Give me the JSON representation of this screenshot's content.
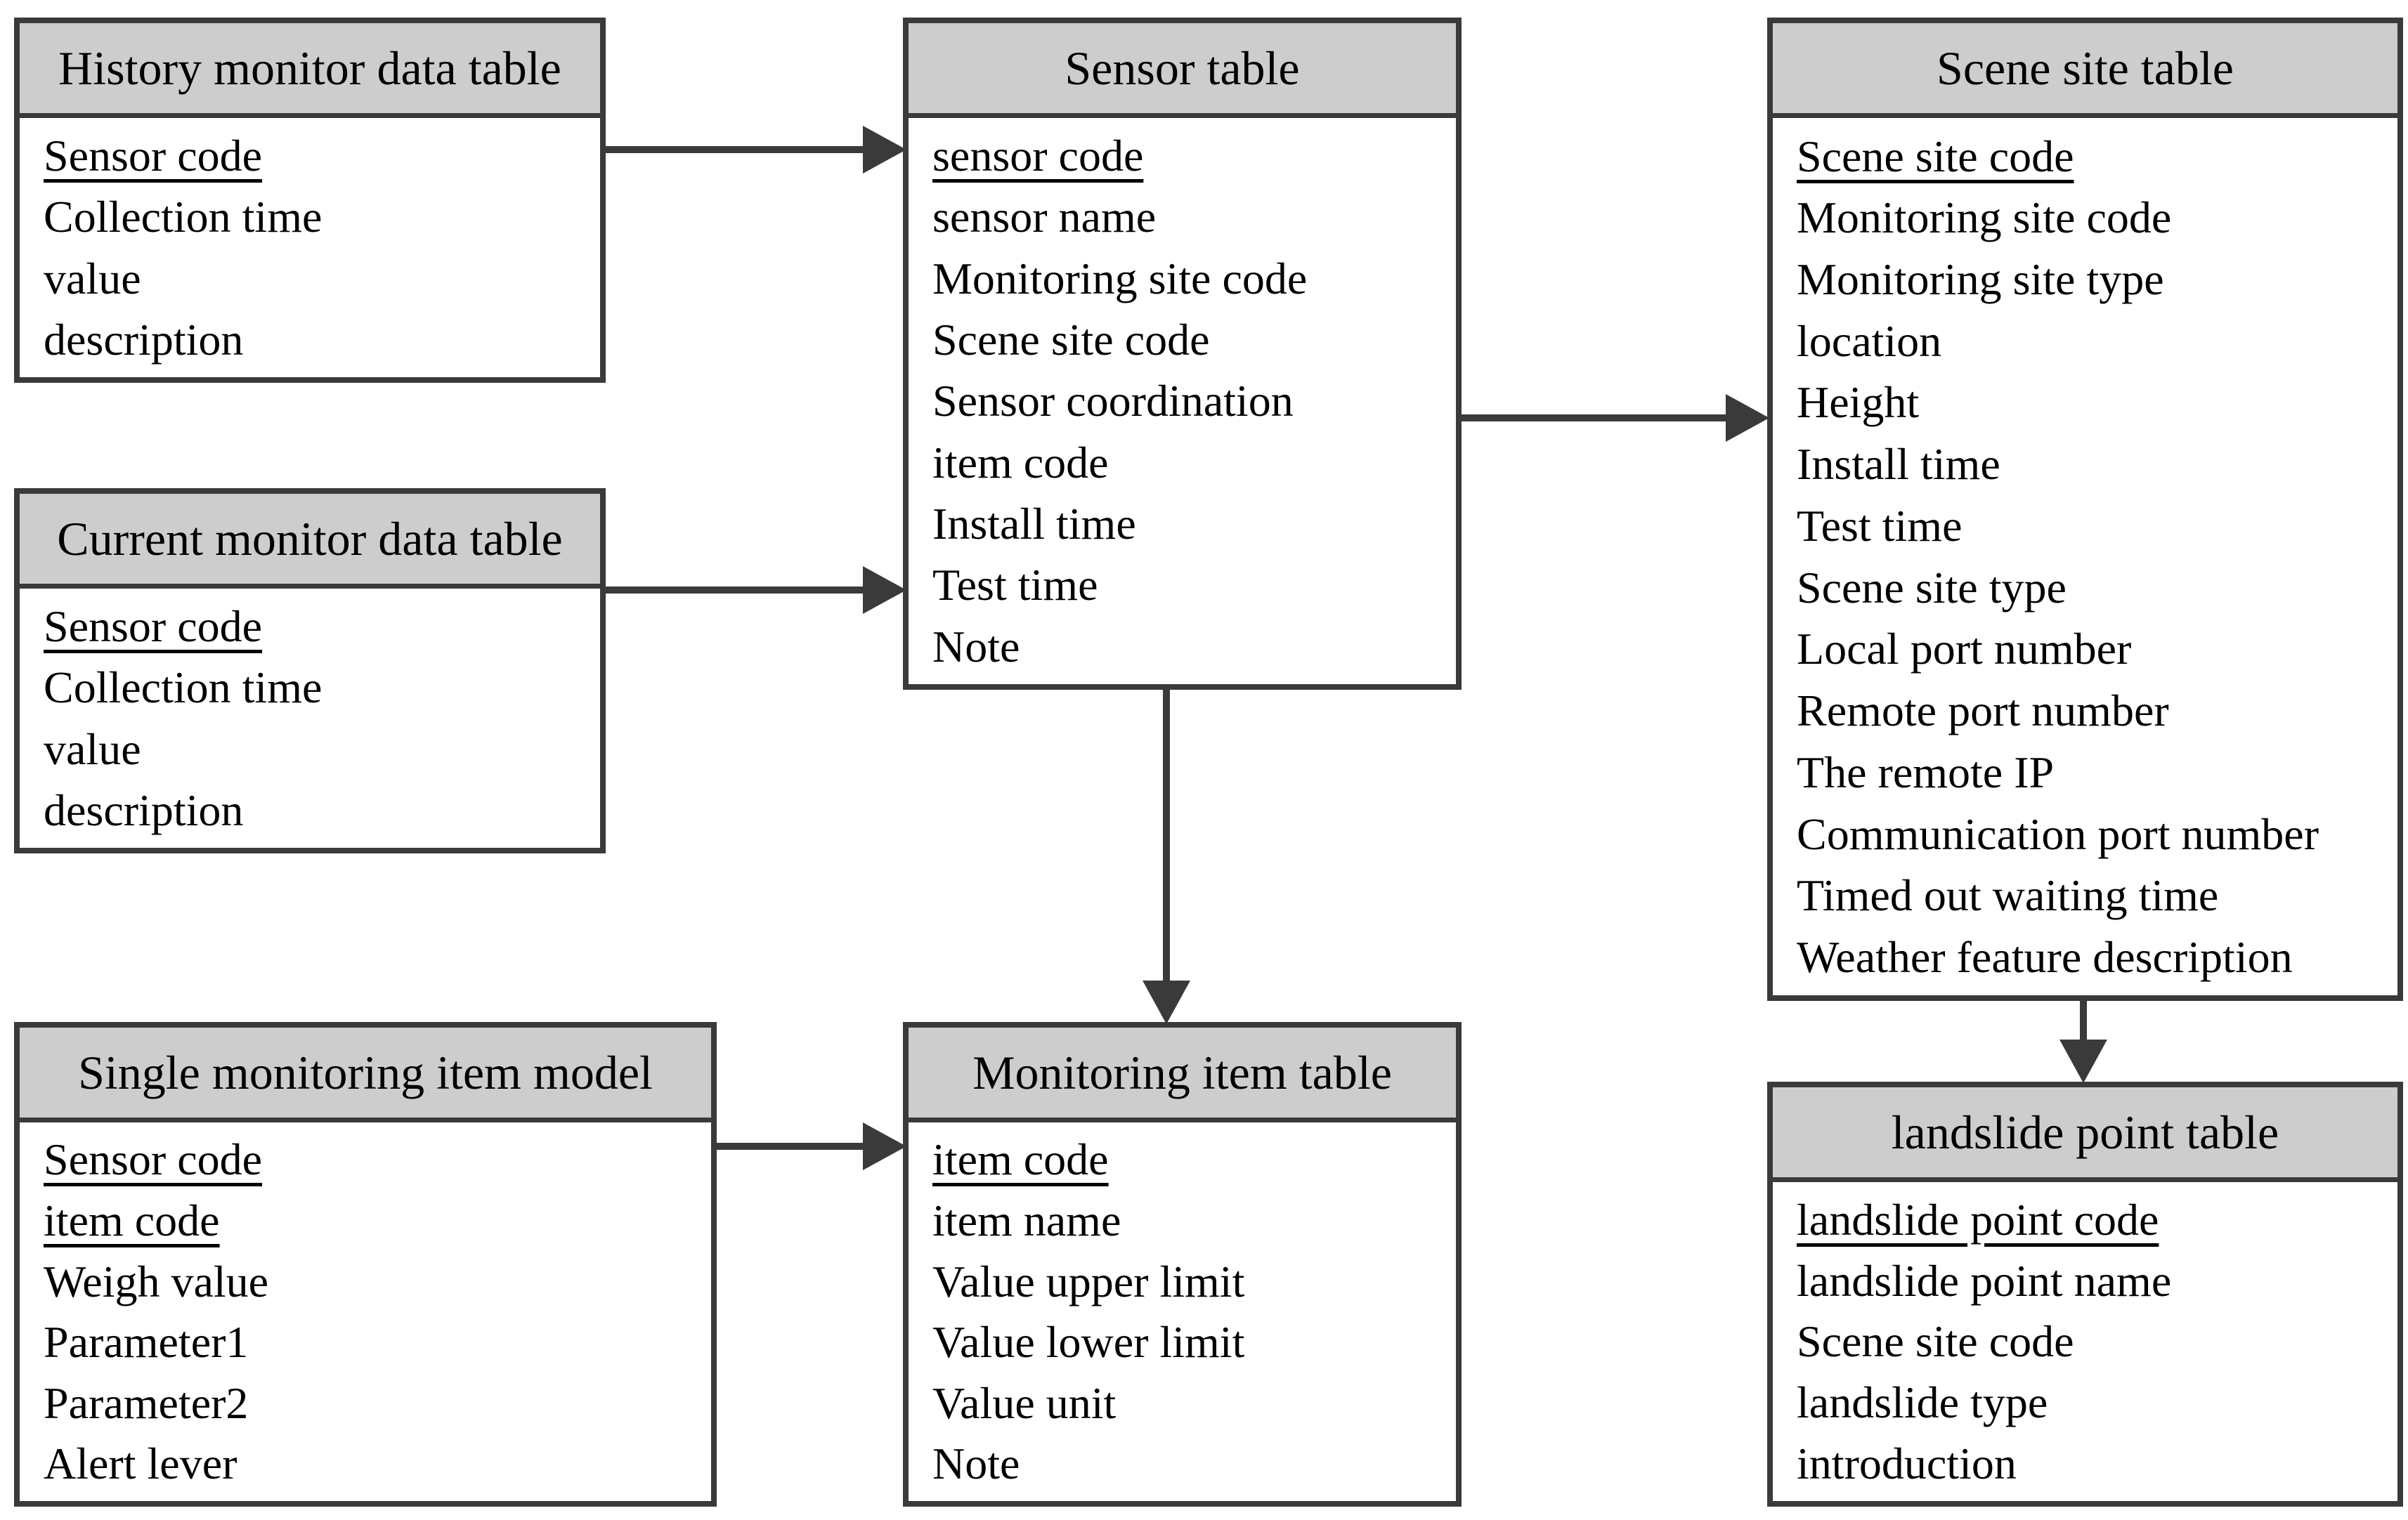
{
  "colors": {
    "header_fill": "#cdcdcd",
    "line": "#3a3a3a",
    "text": "#000000",
    "background": "#ffffff"
  },
  "tables": {
    "history": {
      "title": "History monitor data table",
      "fields": [
        {
          "label": "Sensor code",
          "pk": true
        },
        {
          "label": "Collection time"
        },
        {
          "label": "value"
        },
        {
          "label": "description"
        }
      ]
    },
    "current": {
      "title": "Current monitor data table",
      "fields": [
        {
          "label": "Sensor code",
          "pk": true
        },
        {
          "label": "Collection time"
        },
        {
          "label": "value"
        },
        {
          "label": "description"
        }
      ]
    },
    "single": {
      "title": "Single monitoring item model",
      "fields": [
        {
          "label": "Sensor code",
          "pk": true
        },
        {
          "label": "item code",
          "pk": true
        },
        {
          "label": "Weigh value"
        },
        {
          "label": "Parameter1"
        },
        {
          "label": "Parameter2"
        },
        {
          "label": "Alert lever"
        }
      ]
    },
    "sensor": {
      "title": "Sensor table",
      "fields": [
        {
          "label": "sensor code",
          "pk": true
        },
        {
          "label": "sensor name"
        },
        {
          "label": "Monitoring site code"
        },
        {
          "label": "Scene site code"
        },
        {
          "label": "Sensor coordination"
        },
        {
          "label": "item code"
        },
        {
          "label": "Install time"
        },
        {
          "label": "Test time"
        },
        {
          "label": "Note"
        }
      ]
    },
    "monitem": {
      "title": "Monitoring item table",
      "fields": [
        {
          "label": "item code",
          "pk": true
        },
        {
          "label": "item name"
        },
        {
          "label": "Value upper limit"
        },
        {
          "label": "Value lower limit"
        },
        {
          "label": "Value unit"
        },
        {
          "label": "Note"
        }
      ]
    },
    "scene": {
      "title": "Scene site table",
      "fields": [
        {
          "label": "Scene site code",
          "pk": true
        },
        {
          "label": "Monitoring site code"
        },
        {
          "label": "Monitoring site type"
        },
        {
          "label": "location"
        },
        {
          "label": "Height"
        },
        {
          "label": "Install time"
        },
        {
          "label": "Test time"
        },
        {
          "label": "Scene site type"
        },
        {
          "label": "Local port number"
        },
        {
          "label": "Remote port number"
        },
        {
          "label": "The remote IP"
        },
        {
          "label": "Communication port number"
        },
        {
          "label": "Timed out waiting time"
        },
        {
          "label": "Weather feature description"
        }
      ]
    },
    "landslide": {
      "title": "landslide point table",
      "fields": [
        {
          "label": "landslide point code",
          "pk": true
        },
        {
          "label": "landslide point name"
        },
        {
          "label": "Scene site code"
        },
        {
          "label": "landslide type"
        },
        {
          "label": "introduction"
        }
      ]
    }
  },
  "relations": [
    {
      "from": "History monitor data table",
      "to": "Sensor table"
    },
    {
      "from": "Current monitor data table",
      "to": "Sensor table"
    },
    {
      "from": "Single monitoring item model",
      "to": "Monitoring item table"
    },
    {
      "from": "Sensor table",
      "to": "Scene site table"
    },
    {
      "from": "Sensor table",
      "to": "Monitoring item table"
    },
    {
      "from": "Scene site table",
      "to": "landslide point table"
    }
  ]
}
